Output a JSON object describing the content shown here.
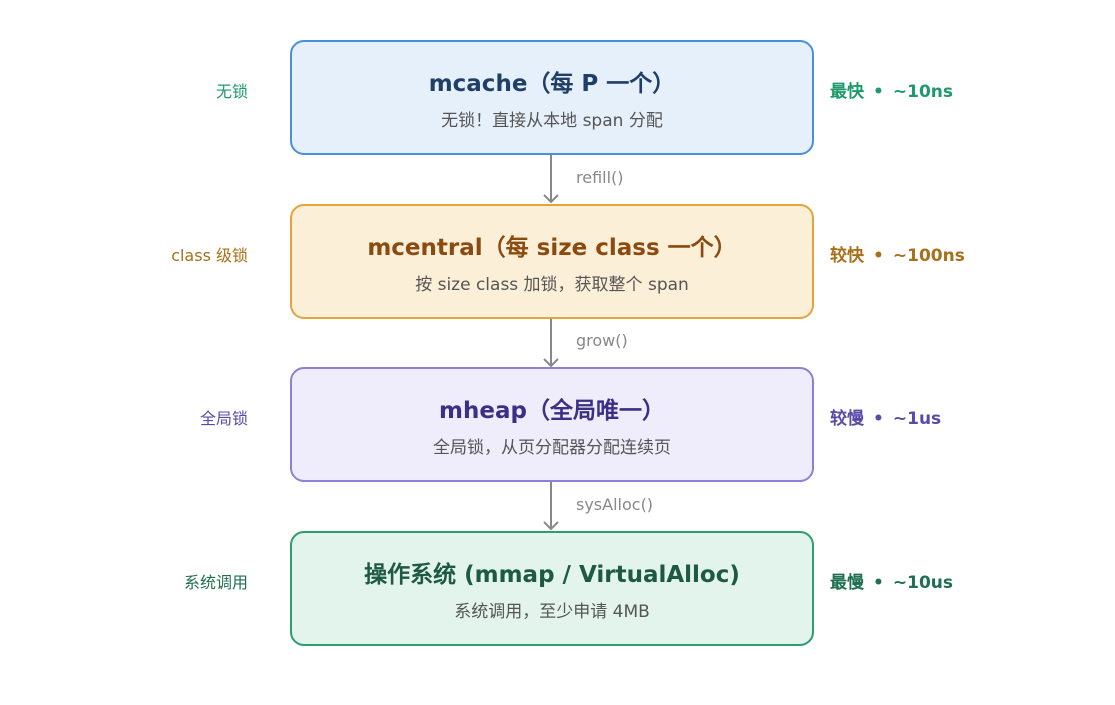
{
  "levels": [
    {
      "title": "mcache（每 P 一个）",
      "desc": "无锁！直接从本地 span 分配",
      "lock_label": "无锁",
      "speed_tier": "最快",
      "latency": "~10ns"
    },
    {
      "title": "mcentral（每 size class 一个）",
      "desc": "按 size class 加锁，获取整个 span",
      "lock_label": "class 级锁",
      "speed_tier": "较快",
      "latency": "~100ns"
    },
    {
      "title": "mheap（全局唯一）",
      "desc": "全局锁，从页分配器分配连续页",
      "lock_label": "全局锁",
      "speed_tier": "较慢",
      "latency": "~1us"
    },
    {
      "title": "操作系统 (mmap / VirtualAlloc)",
      "desc": "系统调用，至少申请 4MB",
      "lock_label": "系统调用",
      "speed_tier": "最慢",
      "latency": "~10us"
    }
  ],
  "arrows": [
    {
      "label": "refill()"
    },
    {
      "label": "grow()"
    },
    {
      "label": "sysAlloc()"
    }
  ],
  "separator": "•"
}
